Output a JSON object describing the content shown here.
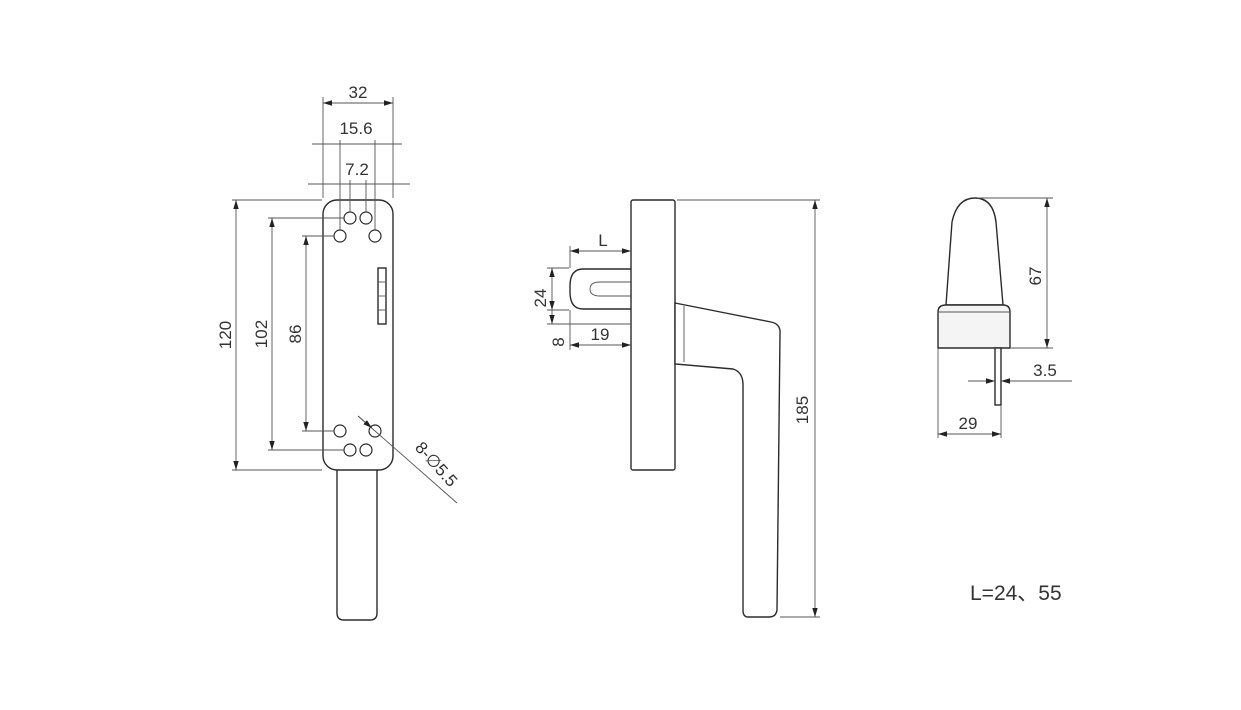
{
  "front_view": {
    "dim_width_total": "32",
    "dim_width_mid": "15.6",
    "dim_width_inner": "7.2",
    "dim_height_total": "120",
    "dim_height_outer_holes": "102",
    "dim_height_inner_holes": "86",
    "dim_holes": "8-∅5.5"
  },
  "side_view": {
    "dim_L": "L",
    "dim_24": "24",
    "dim_8": "8",
    "dim_19": "19",
    "dim_total_length": "185"
  },
  "end_view": {
    "dim_height": "67",
    "dim_spindle": "3.5",
    "dim_base_width": "29"
  },
  "note": "L=24、55"
}
